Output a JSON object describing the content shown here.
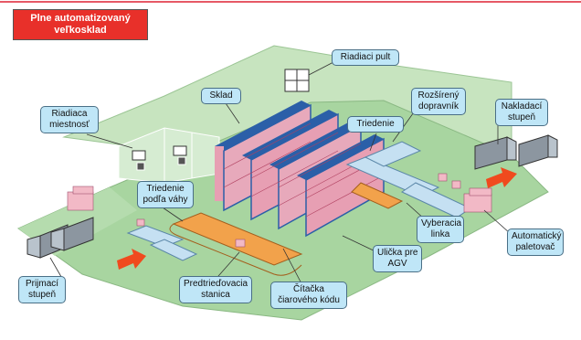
{
  "title": {
    "line1": "Plne automatizovaný",
    "line2": "veľkosklad"
  },
  "labels": {
    "riadiaci_pult": "Riadiaci pult",
    "sklad": "Sklad",
    "riadiaca_miestnost": [
      "Riadiaca",
      "miestnosť"
    ],
    "rozsireny_dopravnik": [
      "Rozšírený",
      "dopravník"
    ],
    "nakladaci_stupen": [
      "Nakladací",
      "stupeň"
    ],
    "triedenie": "Triedenie",
    "triedenie_podla_vahy": [
      "Triedenie",
      "podľa váhy"
    ],
    "vyberacia_linka": [
      "Vyberacia",
      "linka"
    ],
    "automaticky_paletovac": [
      "Automatický",
      "paletovač"
    ],
    "ulicka_pre_agv": [
      "Ulička pre",
      "AGV"
    ],
    "prijmaci_stupen": [
      "Prijmací",
      "stupeň"
    ],
    "predtriedovacia_stanica": [
      "Predtrieďovacia",
      "stanica"
    ],
    "citacka_ciaroveho_kodu": [
      "Čítačka",
      "čiarového kódu"
    ]
  },
  "colors": {
    "floor": "#a8d5a0",
    "wall": "#c7e4bf",
    "rack_blue": "#2b5fa8",
    "rack_pink": "#e79fb3",
    "conveyor": "#f2a24b",
    "belt": "#c5e0f2",
    "arrow": "#f04a1e",
    "callout": "#bfe6f7",
    "title_bg": "#e8302a"
  }
}
